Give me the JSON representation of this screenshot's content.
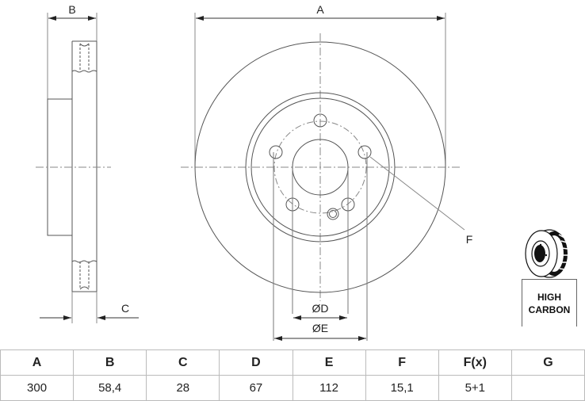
{
  "drawing": {
    "labels": {
      "A": "A",
      "B": "B",
      "C": "C",
      "D": "ØD",
      "E": "ØE",
      "F": "F"
    },
    "badge": {
      "line1": "HIGH",
      "line2": "CARBON"
    },
    "colors": {
      "line": "#555555",
      "centerline": "#888888",
      "table_border": "#bbbbbb"
    }
  },
  "spec_table": {
    "headers": [
      "A",
      "B",
      "C",
      "D",
      "E",
      "F",
      "F(x)",
      "G"
    ],
    "values": [
      "300",
      "58,4",
      "28",
      "67",
      "112",
      "15,1",
      "5+1",
      ""
    ]
  }
}
